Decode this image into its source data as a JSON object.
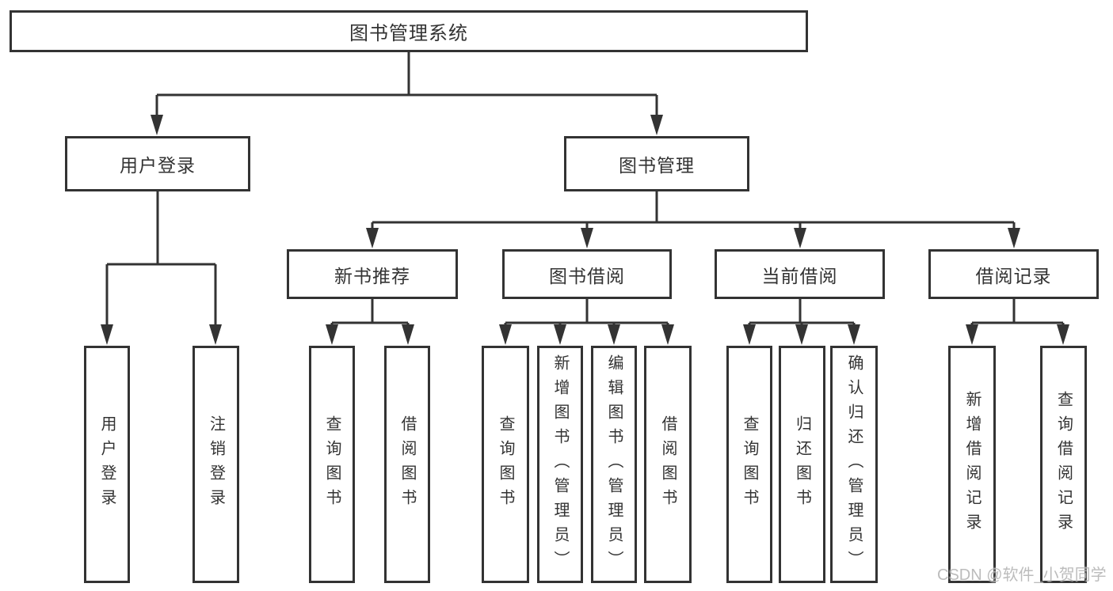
{
  "diagram": {
    "title": "图书管理系统",
    "root": {
      "label": "图书管理系统"
    },
    "level2": [
      {
        "label": "用户登录"
      },
      {
        "label": "图书管理"
      }
    ],
    "level3": [
      {
        "label": "新书推荐"
      },
      {
        "label": "图书借阅"
      },
      {
        "label": "当前借阅"
      },
      {
        "label": "借阅记录"
      }
    ],
    "leaves": {
      "user_login": [
        "用户登录",
        "注销登录"
      ],
      "new_book": [
        "查询图书",
        "借阅图书"
      ],
      "book_borrow": [
        "查询图书",
        "新增图书（管理员）",
        "编辑图书（管理员）",
        "借阅图书"
      ],
      "current_borrow": [
        "查询图书",
        "归还图书",
        "确认归还（管理员）"
      ],
      "borrow_records": [
        "新增借阅记录",
        "查询借阅记录"
      ]
    }
  },
  "watermark": {
    "text": "CSDN @软件_小贺同学"
  },
  "colors": {
    "line": "#333333",
    "box_border": "#333333",
    "text": "#333333",
    "watermark": "#b5b5b5",
    "background": "#ffffff"
  }
}
